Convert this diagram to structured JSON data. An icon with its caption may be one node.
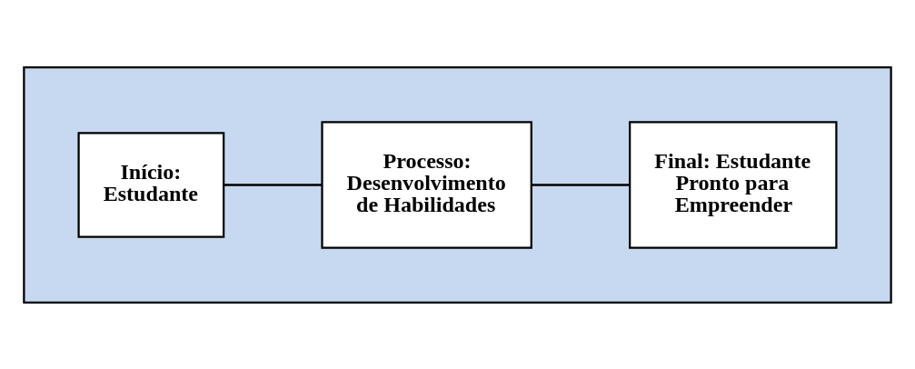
{
  "diagram": {
    "nodes": [
      {
        "text": [],
        "shape": "box"
      },
      {
        "text": [
          "Início: Estudante"
        ],
        "in": 0
      },
      {
        "text": [
          "Processo: Desenvolvimento de Habilidades"
        ],
        "in": 0
      },
      {
        "text": [
          "Final: Estudante Pronto para Empreender"
        ],
        "in": 0
      }
    ],
    "edges": [
      {
        "from": 1,
        "to": 2,
        "arrow": "none"
      },
      {
        "from": 2,
        "to": 3,
        "arrow": "none"
      }
    ]
  }
}
